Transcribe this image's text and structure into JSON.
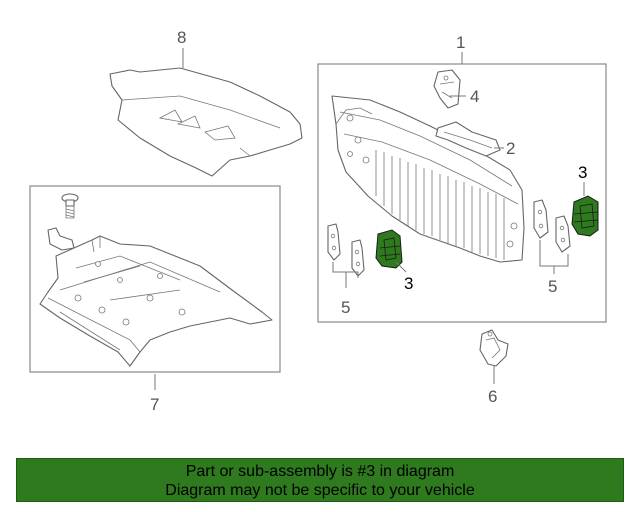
{
  "callouts": {
    "c1": "1",
    "c2": "2",
    "c3a": "3",
    "c3b": "3",
    "c4": "4",
    "c5a": "5",
    "c5b": "5",
    "c6": "6",
    "c7": "7",
    "c8": "8"
  },
  "highlight": {
    "part_number": "3",
    "color": "#2f7a1e"
  },
  "footer": {
    "line1": "Part or sub-assembly is #3 in diagram",
    "line2": "Diagram may not be specific to your vehicle"
  }
}
